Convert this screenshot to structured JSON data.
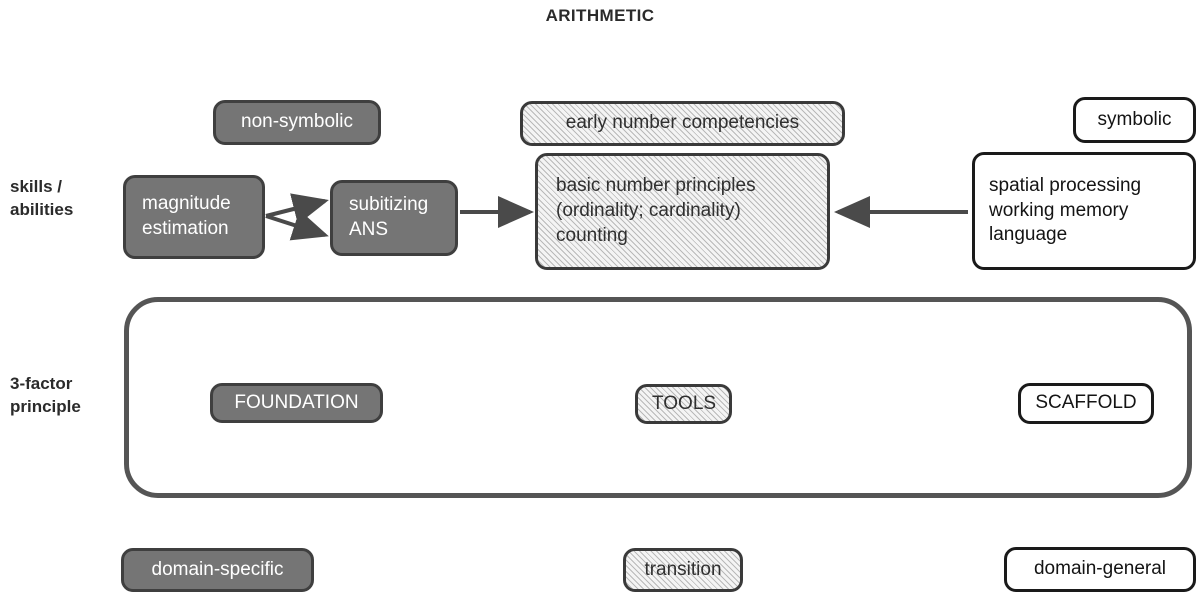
{
  "title": "ARITHMETIC",
  "row_labels": {
    "skills": "skills /\nabilities",
    "skills_line1": "skills /",
    "skills_line2": "abilities",
    "principle_line1": "3-factor",
    "principle_line2": "principle"
  },
  "categories": {
    "non_symbolic": "non-symbolic",
    "early_number": "early number competencies",
    "symbolic": "symbolic"
  },
  "skills": {
    "magnitude_line1": "magnitude",
    "magnitude_line2": "estimation",
    "subitizing_line1": "subitizing",
    "subitizing_line2": "ANS",
    "basic_line1": "basic number principles",
    "basic_line2": "(ordinality; cardinality)",
    "basic_line3": "counting",
    "general_line1": "spatial processing",
    "general_line2": "working memory",
    "general_line3": "language"
  },
  "three_factor": {
    "foundation": "FOUNDATION",
    "tools": "TOOLS",
    "scaffold": "SCAFFOLD"
  },
  "bottom": {
    "domain_specific": "domain-specific",
    "transition": "transition",
    "domain_general": "domain-general"
  },
  "colors": {
    "grey_fill": "#757575",
    "grey_border": "#3f3f3f",
    "hatch_border": "#3a3a3a",
    "white_border": "#1a1a1a",
    "container_border": "#555555",
    "arrow": "#4a4a4a",
    "text_dark": "#2b2b2b"
  },
  "arrows": [
    {
      "name": "magnitude-to-subitizing-upper",
      "from": "magnitude estimation",
      "to": "subitizing ANS"
    },
    {
      "name": "magnitude-to-ans-lower",
      "from": "magnitude estimation",
      "to": "subitizing ANS"
    },
    {
      "name": "subitizing-to-basic-number",
      "from": "subitizing ANS",
      "to": "basic number principles"
    },
    {
      "name": "general-to-basic-number",
      "from": "spatial processing working memory language",
      "to": "basic number principles"
    }
  ]
}
